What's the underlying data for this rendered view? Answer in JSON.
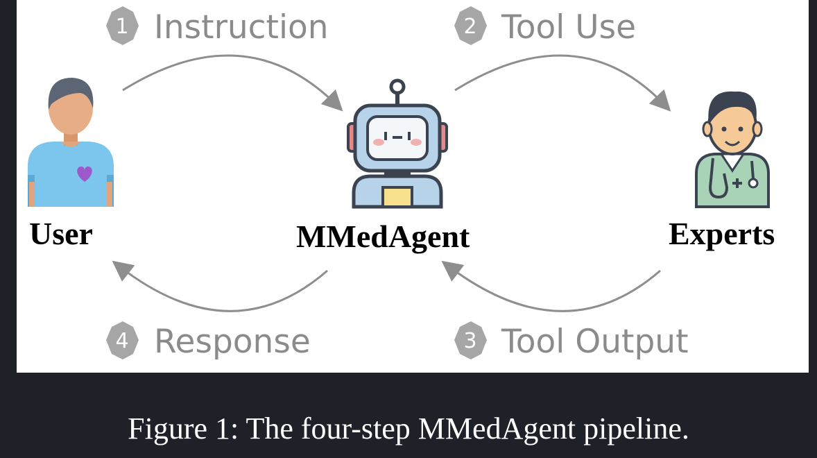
{
  "diagram": {
    "nodes": {
      "user": {
        "label": "User",
        "icon": "user-icon"
      },
      "agent": {
        "label": "MMedAgent",
        "icon": "robot-icon"
      },
      "experts": {
        "label": "Experts",
        "icon": "doctor-icon"
      }
    },
    "steps": [
      {
        "number": "1",
        "label": "Instruction",
        "from": "User",
        "to": "MMedAgent"
      },
      {
        "number": "2",
        "label": "Tool Use",
        "from": "MMedAgent",
        "to": "Experts"
      },
      {
        "number": "3",
        "label": "Tool Output",
        "from": "Experts",
        "to": "MMedAgent"
      },
      {
        "number": "4",
        "label": "Response",
        "from": "MMedAgent",
        "to": "User"
      }
    ],
    "colors": {
      "arrow": "#8e8e8e",
      "badge": "#a6a6a6",
      "step_text": "#8b8b8b",
      "user_shirt": "#7cc6ee",
      "heart": "#9b59c9",
      "robot_body": "#b7d3ea",
      "doctor_coat": "#a9d3b7"
    }
  },
  "caption": "Figure 1: The four-step MMedAgent pipeline."
}
